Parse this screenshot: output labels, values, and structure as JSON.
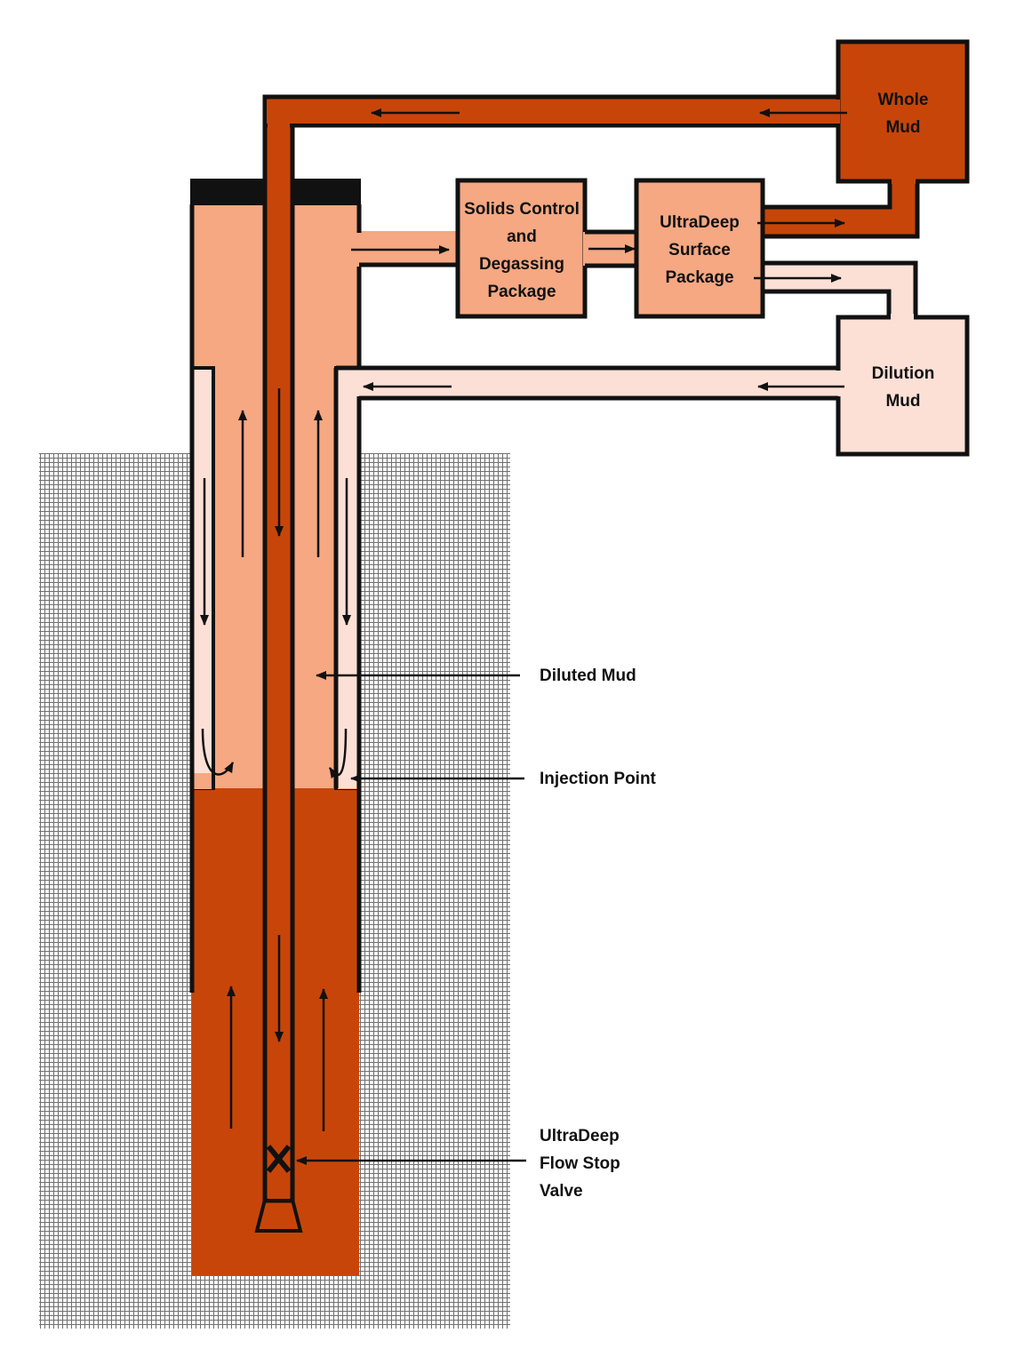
{
  "colors": {
    "whole_mud": "#C84509",
    "diluted_mud": "#F5A882",
    "dilution_mud": "#FCE0D6",
    "formation_hatch": "#6f6f6f",
    "outline": "#111111",
    "wellhead": "#111111"
  },
  "boxes": {
    "whole_mud": {
      "line1": "Whole",
      "line2": "Mud"
    },
    "solids_control": {
      "line1": "Solids Control",
      "line2": "and",
      "line3": "Degassing",
      "line4": "Package"
    },
    "ultradeep_surface": {
      "line1": "UltraDeep",
      "line2": "Surface",
      "line3": "Package"
    },
    "dilution_mud": {
      "line1": "Dilution",
      "line2": "Mud"
    }
  },
  "callouts": {
    "diluted_mud": "Diluted Mud",
    "injection_point": "Injection Point",
    "flow_stop_valve": {
      "line1": "UltraDeep",
      "line2": "Flow Stop",
      "line3": "Valve"
    }
  }
}
